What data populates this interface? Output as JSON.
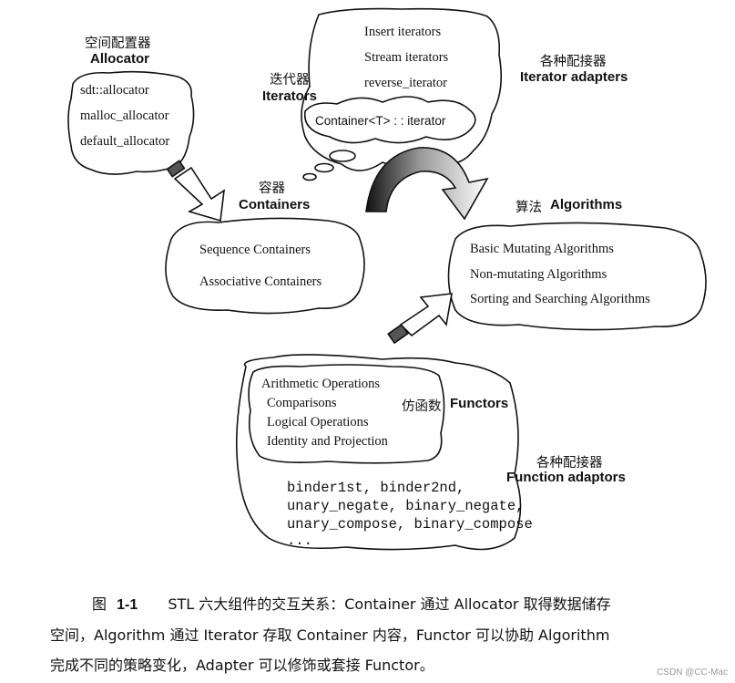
{
  "allocator": {
    "title_cn": "空间配置器",
    "title_en": "Allocator",
    "items": [
      "sdt::allocator",
      "malloc_allocator",
      "default_allocator"
    ]
  },
  "iterator_adapters": {
    "title_cn": "各种配接器",
    "title_en": "Iterator adapters",
    "items": [
      "Insert iterators",
      "Stream iterators",
      "reverse_iterator"
    ]
  },
  "iterators": {
    "title_cn": "迭代器",
    "title_en": "Iterators",
    "label": "Container<T> : : iterator"
  },
  "containers": {
    "title_cn": "容器",
    "title_en": "Containers",
    "items": [
      "Sequence Containers",
      "Associative Containers"
    ]
  },
  "algorithms": {
    "title_cn": "算法",
    "title_en": "Algorithms",
    "items": [
      "Basic Mutating Algorithms",
      "Non-mutating Algorithms",
      "Sorting and Searching Algorithms"
    ]
  },
  "functors": {
    "title_cn": "仿函数",
    "title_en": "Functors",
    "items": [
      "Arithmetic Operations",
      "Comparisons",
      "Logical Operations",
      "Identity and Projection"
    ]
  },
  "function_adaptors": {
    "title_cn": "各种配接器",
    "title_en": "Function adaptors",
    "code_lines": [
      "binder1st, binder2nd,",
      "unary_negate, binary_negate,",
      "unary_compose, binary_compose",
      "..."
    ]
  },
  "caption": {
    "figure_label": "图",
    "figure_number": "1-1",
    "line1": "STL 六大组件的交互关系：Container 通过 Allocator 取得数据储存",
    "line2": "空间，Algorithm 通过 Iterator 存取 Container 内容，Functor 可以协助 Algorithm",
    "line3": "完成不同的策略变化，Adapter 可以修饰或套接 Functor。"
  },
  "watermark": "CSDN @CC-Mac"
}
